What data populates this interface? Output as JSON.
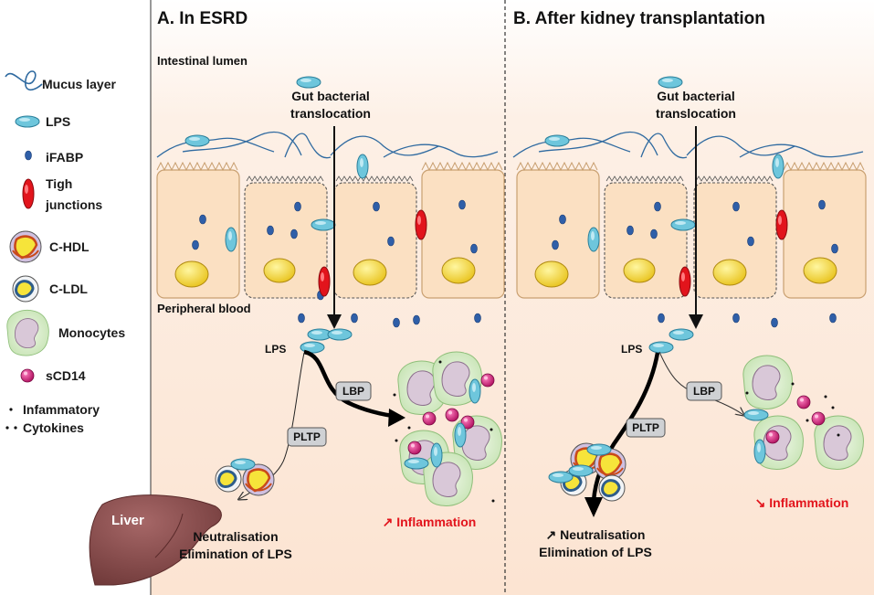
{
  "legend": {
    "items": [
      {
        "label": "Mucus layer",
        "icon": "mucus-icon"
      },
      {
        "label": "LPS",
        "icon": "lps-icon"
      },
      {
        "label": "iFABP",
        "icon": "ifabp-icon"
      },
      {
        "label": "Tigh",
        "label2": "junctions",
        "icon": "tight-junction-icon"
      },
      {
        "label": "C-HDL",
        "icon": "hdl-icon"
      },
      {
        "label": "C-LDL",
        "icon": "ldl-icon"
      },
      {
        "label": "Monocytes",
        "icon": "monocyte-icon"
      },
      {
        "label": "sCD14",
        "icon": "scd14-icon"
      },
      {
        "label": "Infammatory",
        "label2": "Cytokines",
        "icon": "cytokine-icon"
      }
    ]
  },
  "panel_a": {
    "title": "A. In ESRD",
    "intestinal_lumen": "Intestinal lumen",
    "peripheral_blood": "Peripheral  blood",
    "translocation_1": "Gut bacterial",
    "translocation_2": "translocation",
    "lps": "LPS",
    "lbp": "LBP",
    "pltp": "PLTP",
    "liver": "Liver",
    "neutralisation": "Neutralisation",
    "elimination": "Elimination of LPS",
    "inflammation": "↗ Inflammation"
  },
  "panel_b": {
    "title": "B. After kidney transplantation",
    "translocation_1": "Gut bacterial",
    "translocation_2": "translocation",
    "lps": "LPS",
    "lbp": "LBP",
    "pltp": "PLTP",
    "neutralisation": "↗ Neutralisation",
    "elimination": "Elimination of LPS",
    "inflammation": "↘ Inflammation"
  },
  "colors": {
    "background": "#fce7d6",
    "cell": "#fbe0c2",
    "lps": "#6ec6dc",
    "ifabp": "#2f5fa8",
    "tight_junction": "#e2141c",
    "inflammation": "#e2141c",
    "liver": "#8b4f4f"
  }
}
